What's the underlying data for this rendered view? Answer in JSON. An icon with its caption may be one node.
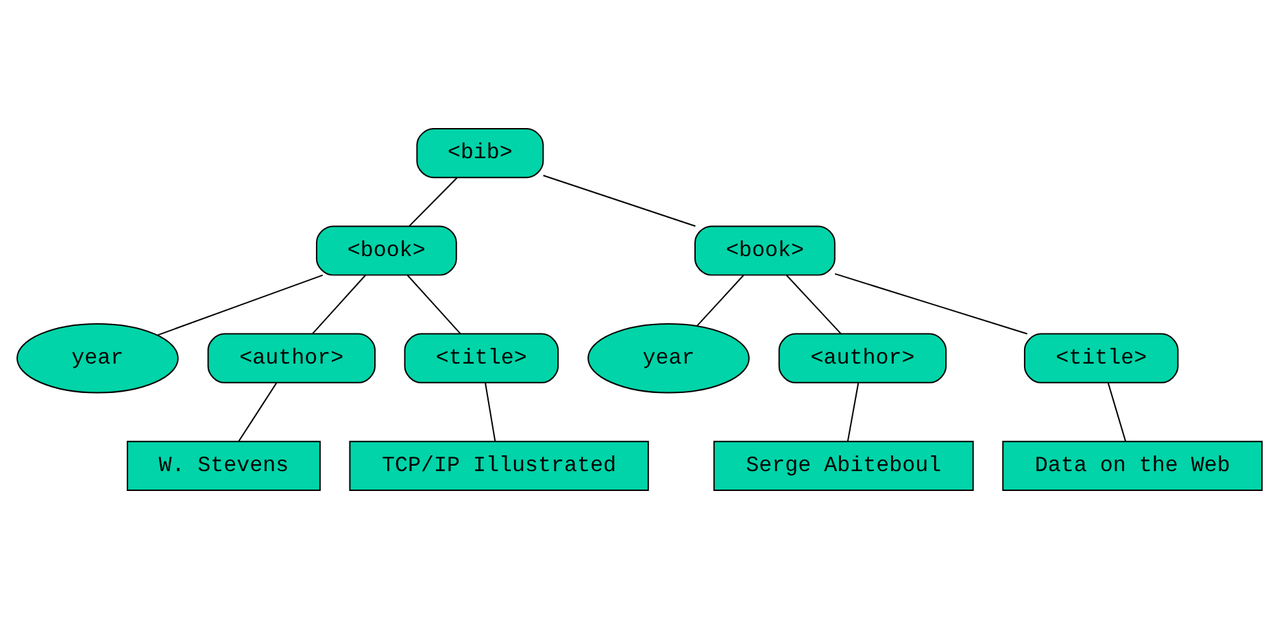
{
  "diagram": {
    "nodes": [
      {
        "text": [
          "<bib>"
        ]
      },
      {
        "text": [
          "<book>"
        ]
      },
      {
        "text": [
          "year"
        ]
      },
      {
        "text": [
          "<author>"
        ]
      },
      {
        "text": [
          "<title>"
        ]
      },
      {
        "text": [
          "W. Stevens"
        ]
      },
      {
        "text": [
          "TCP/IP Illustrated"
        ]
      },
      {
        "text": [
          "<book>"
        ]
      },
      {
        "text": [
          "year"
        ]
      },
      {
        "text": [
          "<author>"
        ]
      },
      {
        "text": [
          "<title>"
        ]
      },
      {
        "text": [
          "Serge Abiteboul"
        ]
      },
      {
        "text": [
          "Data on the Web"
        ]
      }
    ],
    "edges": [
      {
        "from": 0,
        "to": 1,
        "arrow": "none"
      },
      {
        "from": 0,
        "to": 7,
        "arrow": "none"
      },
      {
        "from": 1,
        "to": 2,
        "arrow": "none"
      },
      {
        "from": 1,
        "to": 3,
        "arrow": "none"
      },
      {
        "from": 1,
        "to": 4,
        "arrow": "none"
      },
      {
        "from": 3,
        "to": 5,
        "arrow": "none"
      },
      {
        "from": 4,
        "to": 6,
        "arrow": "none"
      },
      {
        "from": 7,
        "to": 8,
        "arrow": "none"
      },
      {
        "from": 7,
        "to": 9,
        "arrow": "none"
      },
      {
        "from": 7,
        "to": 10,
        "arrow": "none"
      },
      {
        "from": 9,
        "to": 11,
        "arrow": "none"
      },
      {
        "from": 10,
        "to": 12,
        "arrow": "none"
      }
    ]
  }
}
